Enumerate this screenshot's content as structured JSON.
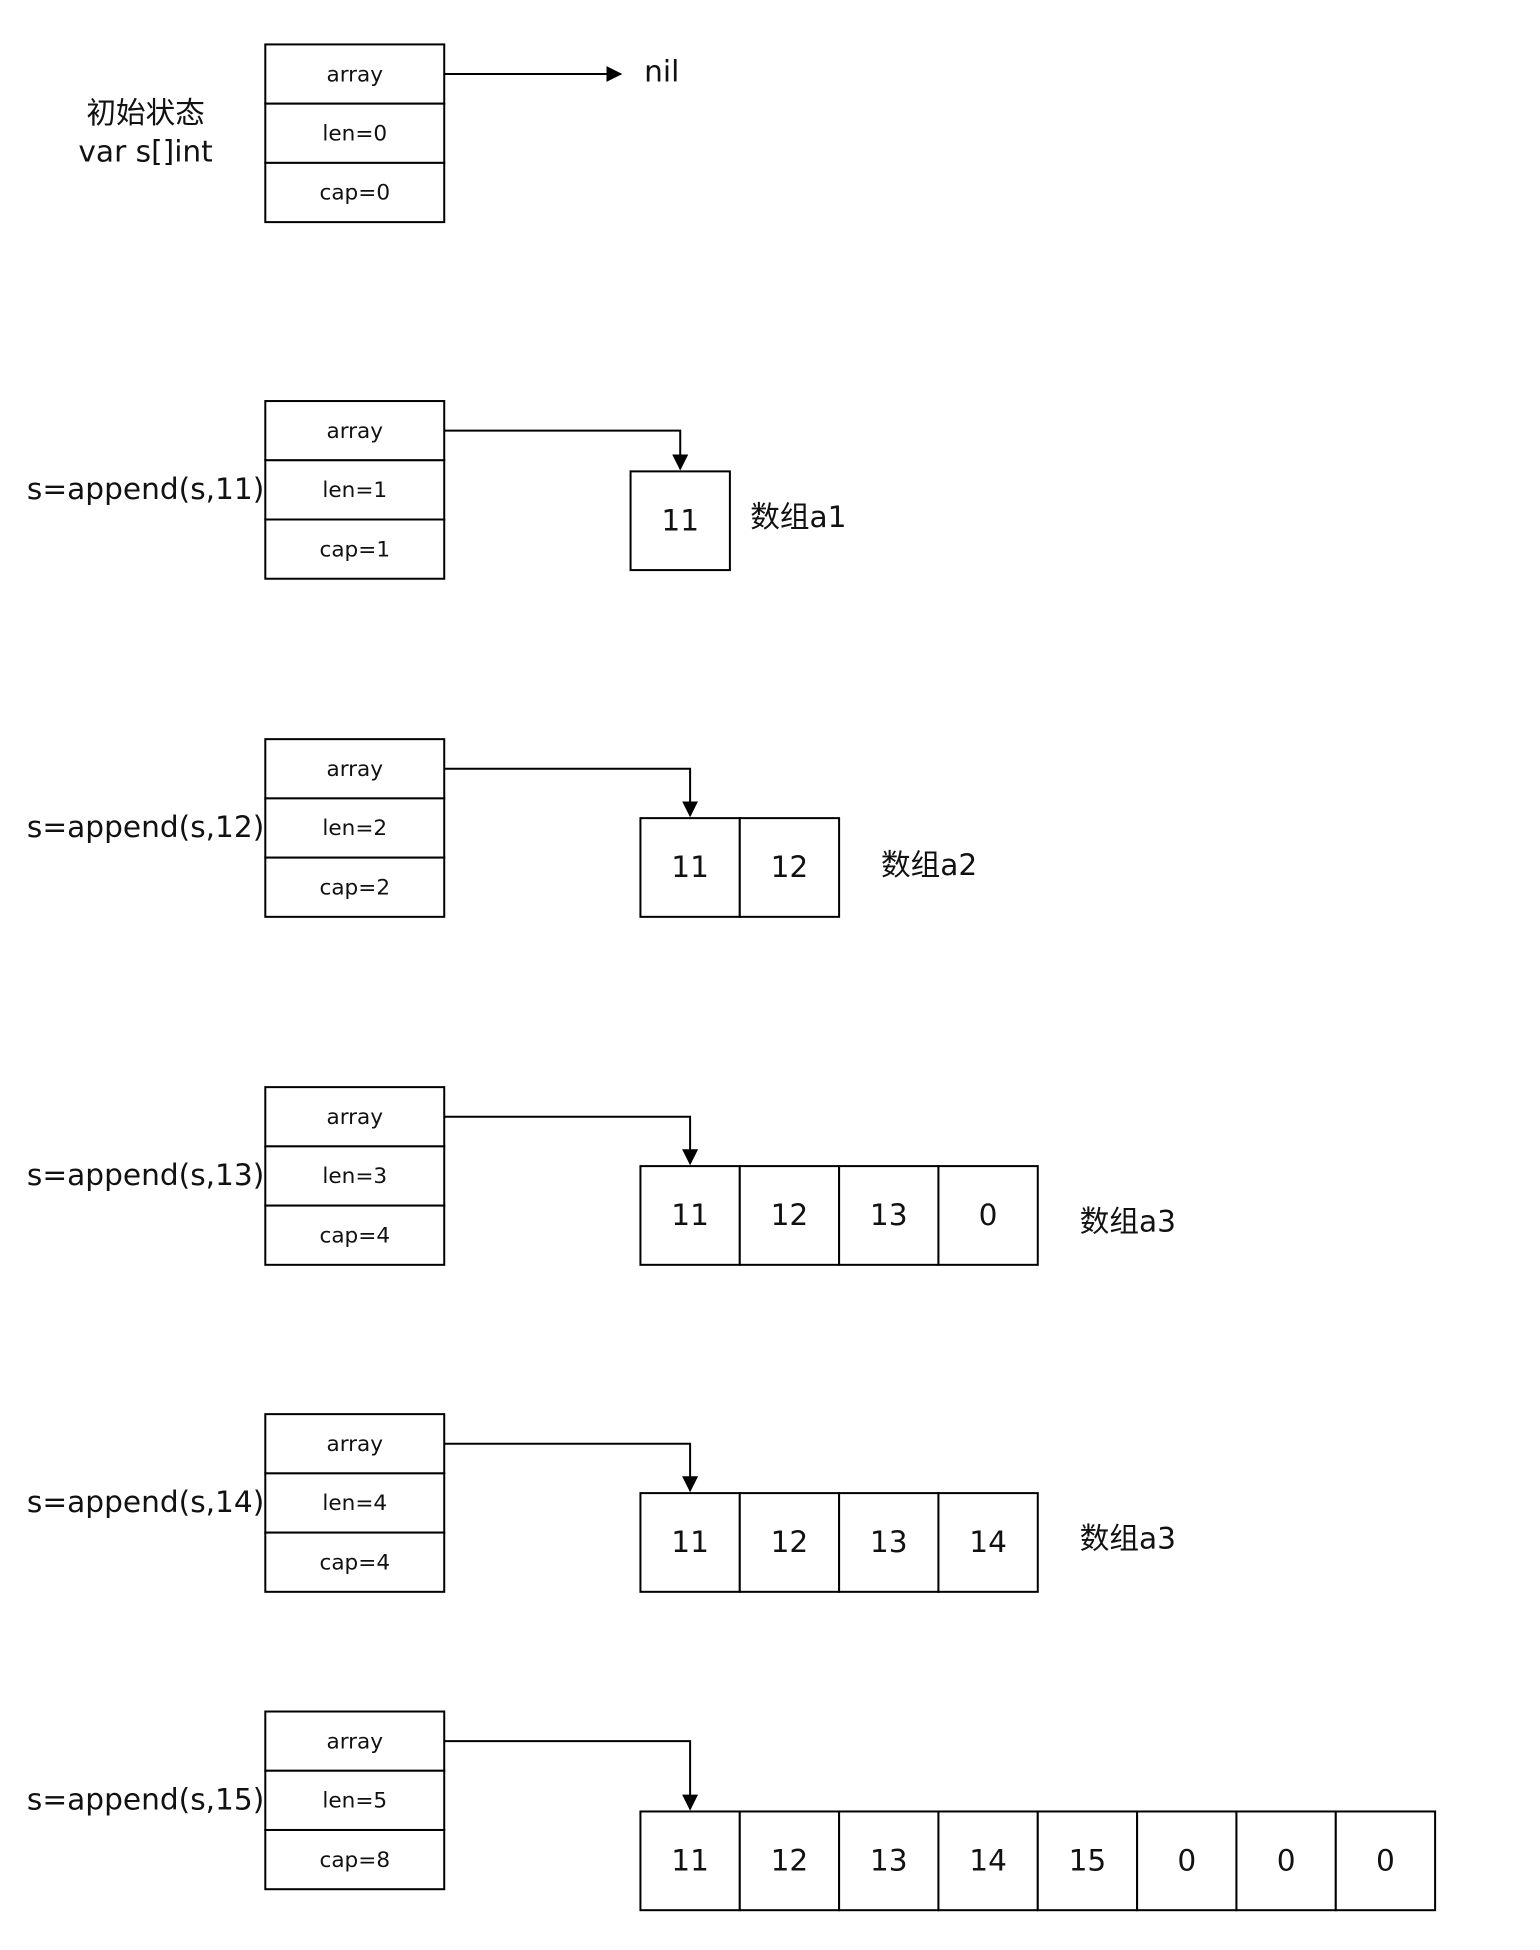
{
  "rows": [
    {
      "label_lines": [
        "初始状态",
        "var s[]int"
      ],
      "fields": [
        "array",
        "len=0",
        "cap=0"
      ],
      "target_text": "nil",
      "cells": [],
      "array_name": ""
    },
    {
      "label_lines": [
        "s=append(s,11)"
      ],
      "fields": [
        "array",
        "len=1",
        "cap=1"
      ],
      "target_text": "",
      "cells": [
        "11"
      ],
      "array_name": "数组a1"
    },
    {
      "label_lines": [
        "s=append(s,12)"
      ],
      "fields": [
        "array",
        "len=2",
        "cap=2"
      ],
      "target_text": "",
      "cells": [
        "11",
        "12"
      ],
      "array_name": "数组a2"
    },
    {
      "label_lines": [
        "s=append(s,13)"
      ],
      "fields": [
        "array",
        "len=3",
        "cap=4"
      ],
      "target_text": "",
      "cells": [
        "11",
        "12",
        "13",
        "0"
      ],
      "array_name": "数组a3"
    },
    {
      "label_lines": [
        "s=append(s,14)"
      ],
      "fields": [
        "array",
        "len=4",
        "cap=4"
      ],
      "target_text": "",
      "cells": [
        "11",
        "12",
        "13",
        "14"
      ],
      "array_name": "数组a3"
    },
    {
      "label_lines": [
        "s=append(s,15)"
      ],
      "fields": [
        "array",
        "len=5",
        "cap=8"
      ],
      "target_text": "",
      "cells": [
        "11",
        "12",
        "13",
        "14",
        "15",
        "0",
        "0",
        "0"
      ],
      "array_name": ""
    }
  ]
}
